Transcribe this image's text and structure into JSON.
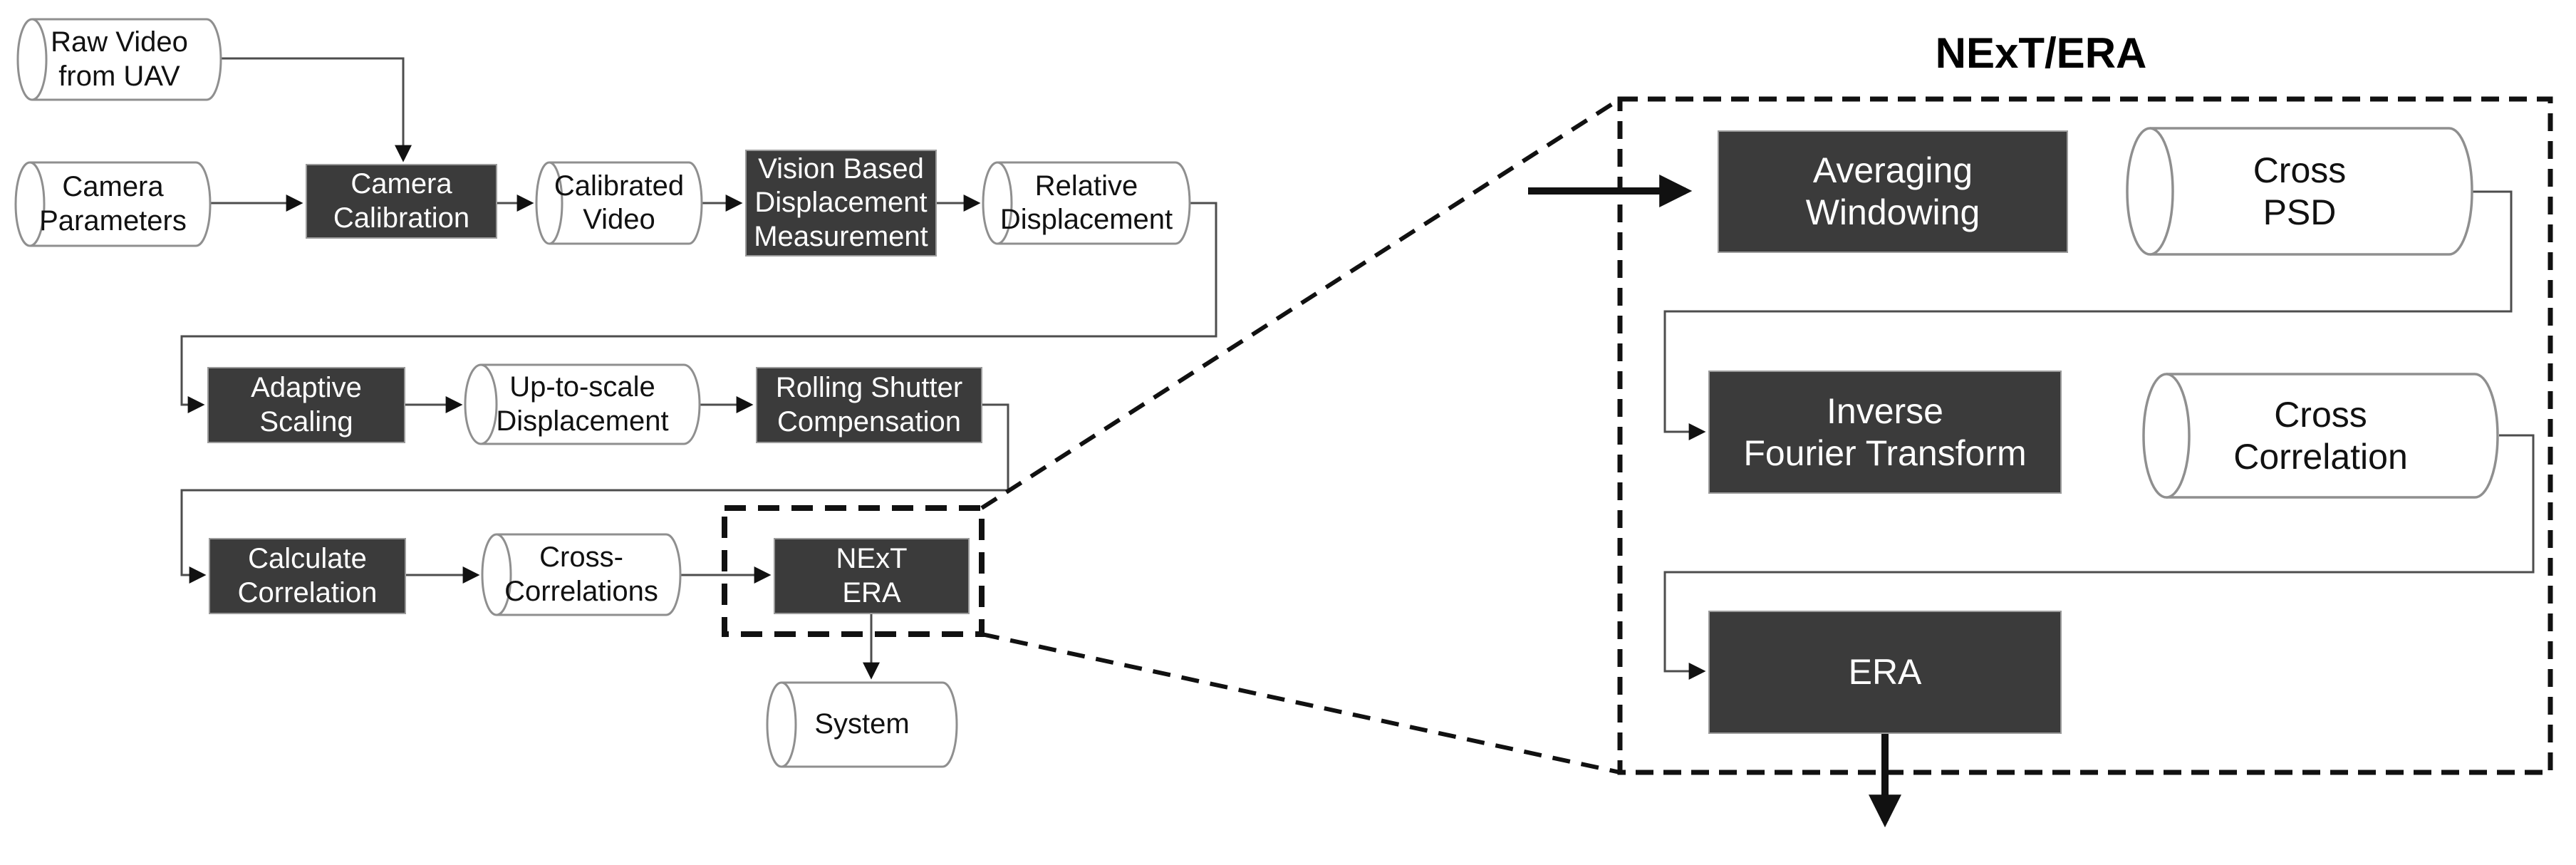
{
  "panel_title": "NExT/ERA",
  "nodes": {
    "raw_video": {
      "label": "Raw Video\nfrom UAV",
      "type": "data"
    },
    "camera_parameters": {
      "label": "Camera\nParameters",
      "type": "data"
    },
    "camera_calibration": {
      "label": "Camera\nCalibration",
      "type": "process"
    },
    "calibrated_video": {
      "label": "Calibrated\nVideo",
      "type": "data"
    },
    "vision_based": {
      "label": "Vision Based\nDisplacement\nMeasurement",
      "type": "process"
    },
    "relative_displacement": {
      "label": "Relative\nDisplacement",
      "type": "data"
    },
    "adaptive_scaling": {
      "label": "Adaptive\nScaling",
      "type": "process"
    },
    "up_to_scale": {
      "label": "Up-to-scale\nDisplacement",
      "type": "data"
    },
    "rolling_shutter": {
      "label": "Rolling Shutter\nCompensation",
      "type": "process"
    },
    "calculate_correlation": {
      "label": "Calculate\nCorrelation",
      "type": "process"
    },
    "next_era": {
      "label": "NExT\nERA",
      "type": "process"
    },
    "cross_correlations": {
      "label": "Cross-\nCorrelations",
      "type": "data"
    },
    "system": {
      "label": "System",
      "type": "data"
    },
    "averaging_windowing": {
      "label": "Averaging\nWindowing",
      "type": "process"
    },
    "cross_psd": {
      "label": "Cross\nPSD",
      "type": "data"
    },
    "inverse_fourier": {
      "label": "Inverse\nFourier Transform",
      "type": "process"
    },
    "cross_correlation": {
      "label": "Cross\nCorrelation",
      "type": "data"
    },
    "era": {
      "label": "ERA",
      "type": "process"
    }
  },
  "edges": [
    {
      "from": "raw_video",
      "to": "camera_calibration"
    },
    {
      "from": "camera_parameters",
      "to": "camera_calibration"
    },
    {
      "from": "camera_calibration",
      "to": "calibrated_video"
    },
    {
      "from": "calibrated_video",
      "to": "vision_based"
    },
    {
      "from": "vision_based",
      "to": "relative_displacement"
    },
    {
      "from": "relative_displacement",
      "to": "adaptive_scaling"
    },
    {
      "from": "adaptive_scaling",
      "to": "up_to_scale"
    },
    {
      "from": "up_to_scale",
      "to": "rolling_shutter"
    },
    {
      "from": "rolling_shutter",
      "to": "calculate_correlation"
    },
    {
      "from": "calculate_correlation",
      "to": "cross_correlations"
    },
    {
      "from": "cross_correlations",
      "to": "next_era"
    },
    {
      "from": "next_era",
      "to": "system"
    },
    {
      "from": "averaging_windowing",
      "to": "cross_psd"
    },
    {
      "from": "cross_psd",
      "to": "inverse_fourier"
    },
    {
      "from": "inverse_fourier",
      "to": "cross_correlation"
    },
    {
      "from": "cross_correlation",
      "to": "era"
    }
  ],
  "zoom_link": {
    "from": "next_era",
    "expands_to_panel": "NExT/ERA"
  },
  "colors": {
    "background": "#ffffff",
    "process_fill": "#3b3b3b",
    "process_text": "#ffffff",
    "process_border": "#9b9b9b",
    "data_fill": "#ffffff",
    "data_border": "#8f8f8f",
    "data_text": "#111111",
    "connector": "#4d4d4d",
    "arrowhead": "#111111",
    "dashed_outline": "#111111"
  }
}
